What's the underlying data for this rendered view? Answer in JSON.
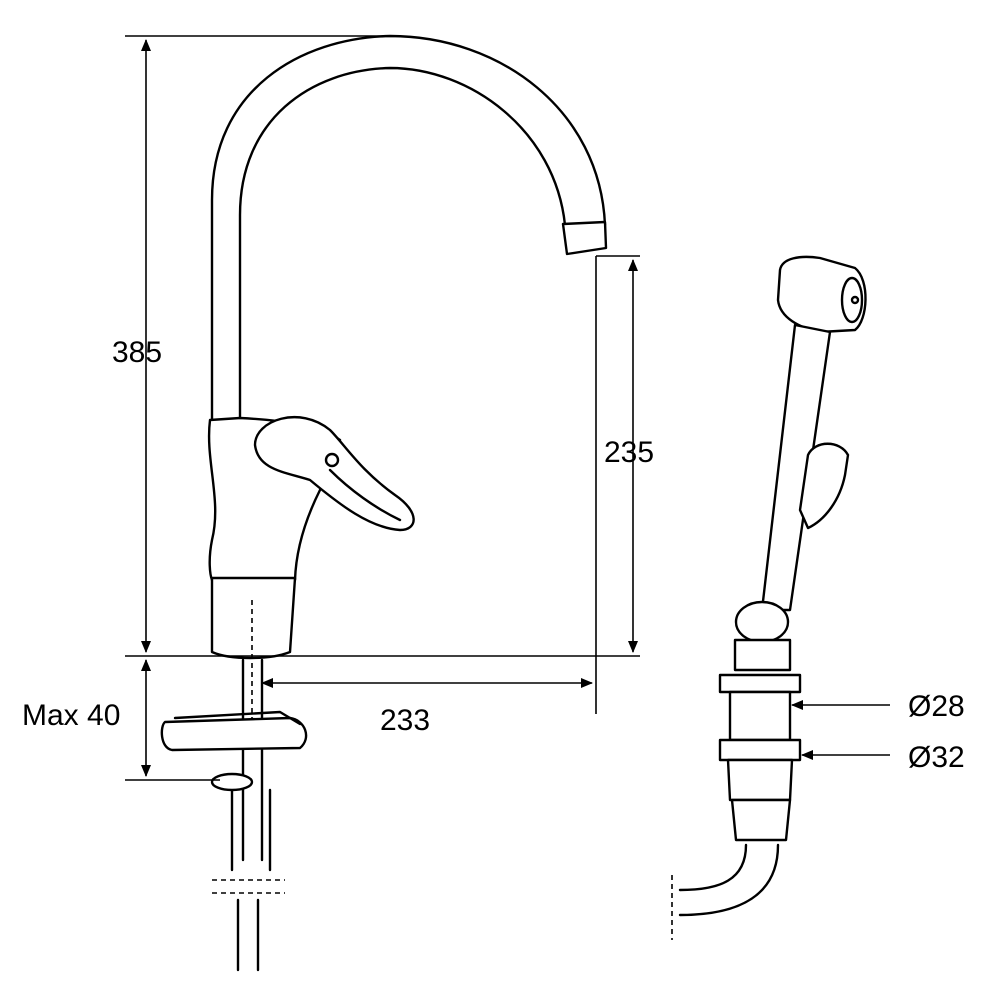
{
  "dimensions": {
    "total_height": "385",
    "spout_height": "235",
    "spout_reach": "233",
    "max_deck": "Max 40",
    "dia_28": "Ø28",
    "dia_32": "Ø32"
  },
  "colors": {
    "line": "#000000",
    "background": "#ffffff"
  }
}
